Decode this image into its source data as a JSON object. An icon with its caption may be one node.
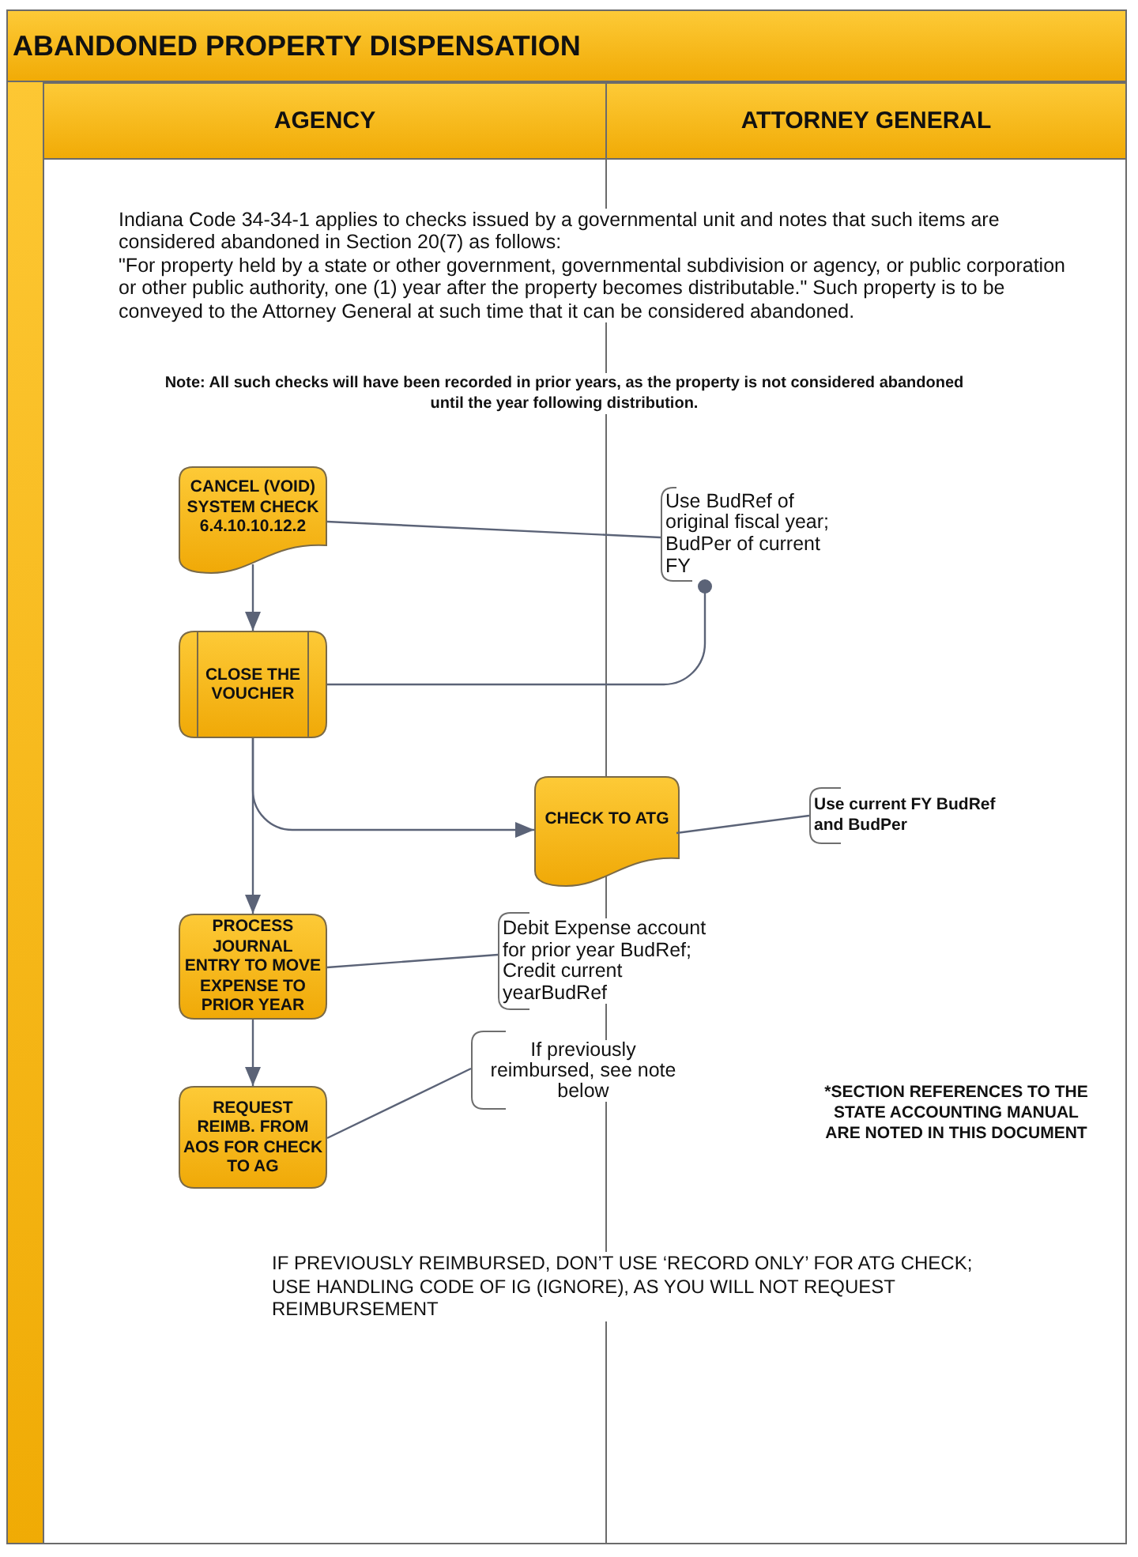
{
  "diagram": {
    "nodes": [
      {
        "text": [
          "ABANDONED PROPERTY DISPENSATION"
        ]
      },
      {
        "text": [
          "AGENCY"
        ],
        "in": 0
      },
      {
        "text": [
          "ATTORNEY GENERAL"
        ],
        "in": 0
      },
      {
        "text": [
          "CANCEL (VOID) SYSTEM CHECK 6.4.10.10.12.2"
        ],
        "in": 1
      },
      {
        "text": [
          "Use BudRef of original fiscal year; BudPer of current FY"
        ],
        "in": 2
      },
      {
        "text": [
          "CLOSE THE VOUCHER"
        ],
        "in": 1
      },
      {
        "text": [
          "CHECK TO ATG"
        ],
        "in": 0
      },
      {
        "text": [
          "Use current FY BudRef and BudPer"
        ],
        "in": 2
      },
      {
        "text": [
          "PROCESS JOURNAL ENTRY TO MOVE EXPENSE TO PRIOR YEAR"
        ],
        "in": 1
      },
      {
        "text": [
          "Debit Expense account for prior year BudRef; Credit current yearBudRef"
        ],
        "in": 0
      },
      {
        "text": [
          "If previously reimbursed, see note below"
        ],
        "in": 0
      },
      {
        "text": [
          "REQUEST REIMB. FROM AOS FOR CHECK TO AG"
        ],
        "in": 1
      }
    ],
    "edges": [
      {
        "from": 3,
        "to": 5,
        "arrow": "to"
      },
      {
        "from": 3,
        "to": 4,
        "arrow": "none"
      },
      {
        "from": 5,
        "to": 4,
        "arrow": "other"
      },
      {
        "from": 5,
        "to": 6,
        "arrow": "to"
      },
      {
        "from": 5,
        "to": 8,
        "arrow": "to"
      },
      {
        "from": 6,
        "to": 7,
        "arrow": "none"
      },
      {
        "from": 8,
        "to": 9,
        "arrow": "none"
      },
      {
        "from": 8,
        "to": 11,
        "arrow": "to"
      },
      {
        "from": 11,
        "to": 10,
        "arrow": "none"
      }
    ],
    "labels": [
      "Indiana Code 34-34-1 applies to checks issued by a governmental unit and notes that such items are considered abandoned in Section 20(7) as follows:",
      "\"For property held by a state or other government, governmental subdivision or agency, or public corporation or other public authority, one (1) year after the property becomes distributable.\" Such property is to be conveyed to the Attorney General at such time that it can be considered abandoned.",
      "Note: All such checks will have been recorded in prior years, as the property is not considered abandoned until the year following distribution.",
      "*SECTION REFERENCES TO THE STATE ACCOUNTING MANUAL ARE NOTED IN THIS DOCUMENT",
      "IF PREVIOUSLY REIMBURSED, DON’T USE ‘RECORD ONLY’ FOR ATG CHECK; USE HANDLING CODE OF IG (IGNORE), AS YOU WILL NOT REQUEST REIMBURSEMENT"
    ]
  }
}
